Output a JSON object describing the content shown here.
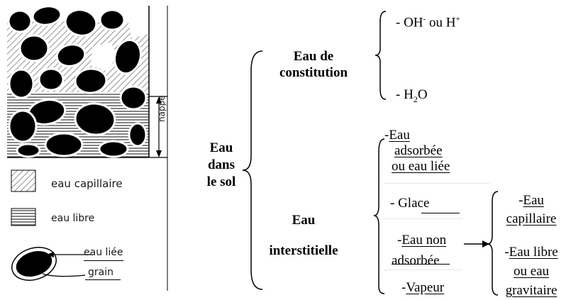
{
  "root": {
    "line1": "Eau",
    "line2": "dans",
    "line3": "le sol"
  },
  "constitution": {
    "title_line1": "Eau de",
    "title_line2": "constitution",
    "item1_prefix": "- OH",
    "item1_sup1": "-",
    "item1_mid": " ou H",
    "item1_sup2": "+",
    "item2_prefix": "- H",
    "item2_sub": "2",
    "item2_suffix": "O"
  },
  "interstitielle": {
    "title_line1": "Eau",
    "title_line2": "interstitielle",
    "items": {
      "adsorbee_dash": "-",
      "adsorbee_l1": "Eau",
      "adsorbee_l2": "adsorbée",
      "adsorbee_l3": "ou eau liée",
      "glace": "- Glace",
      "non_adsorbee_dash": "-",
      "non_adsorbee_l1": "Eau non",
      "non_adsorbee_l2": "adsorbée",
      "vapeur_dash": "-",
      "vapeur": "Vapeur"
    },
    "sub_items": {
      "capillaire_dash": "-",
      "capillaire_l1": "Eau",
      "capillaire_l2": "capillaire",
      "libre_dash": "-",
      "libre_l1": "Eau libre",
      "libre_l2": "ou eau",
      "libre_l3": "gravitaire"
    }
  },
  "figure": {
    "nappe_label": "nappe",
    "legend": {
      "capillaire": "eau capillaire",
      "libre": "eau libre",
      "liee": "eau liée",
      "grain": "grain"
    }
  }
}
